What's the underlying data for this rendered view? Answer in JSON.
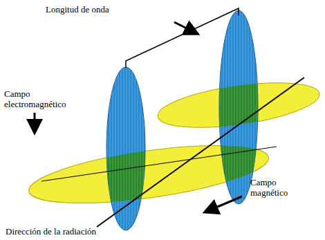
{
  "diagram": {
    "labels": [
      "Longitud de onda",
      "Campo electromagnético",
      "Campo magnético",
      "Dirección de la radiación"
    ]
  }
}
